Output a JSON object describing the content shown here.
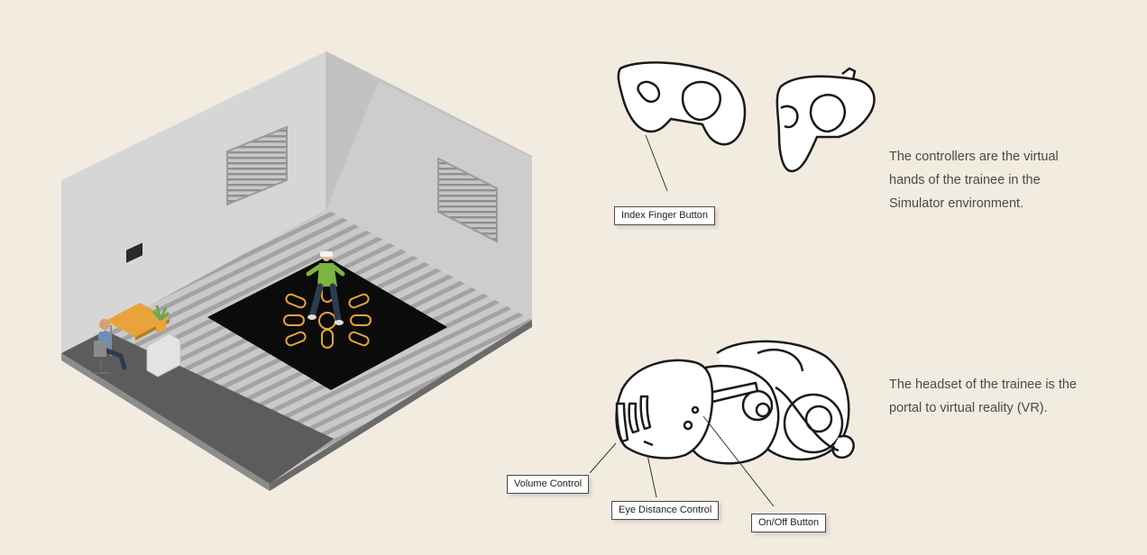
{
  "callouts": {
    "index_finger": "Index Finger Button",
    "volume": "Volume Control",
    "eye_distance": "Eye Distance Control",
    "on_off": "On/Off Button"
  },
  "descriptions": {
    "controllers": [
      "The controllers are the virtual",
      "hands of the trainee in the",
      "Simulator environment."
    ],
    "headset": [
      "The headset of the trainee is the",
      "portal to virtual reality (VR)."
    ]
  },
  "colors": {
    "background": "#f2ebe0",
    "accent_orange": "#e8a33d",
    "play_area": "#0b0b0b",
    "floor_dark": "#5c5c5c",
    "wall_light": "#d6d6d6"
  }
}
